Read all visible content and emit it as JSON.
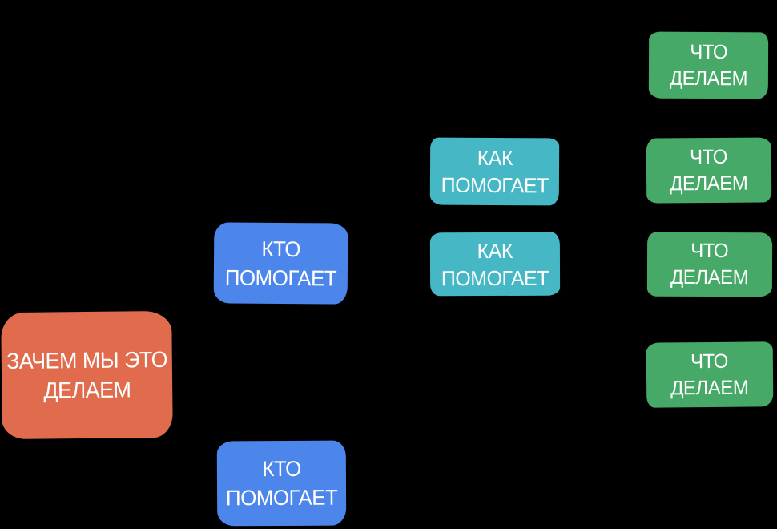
{
  "palette": {
    "background": "#000000",
    "orange": "#E06C4D",
    "blue": "#4C86EA",
    "teal": "#46B8C5",
    "green": "#47A968",
    "text": "#FFFFFF"
  },
  "nodes": [
    {
      "id": "why",
      "color": "#E06C4D",
      "lines": [
        "ЗАЧЕМ МЫ ЭТО",
        "ДЕЛАЕМ"
      ]
    },
    {
      "id": "who-1",
      "color": "#4C86EA",
      "lines": [
        "КТО",
        "ПОМОГАЕТ"
      ]
    },
    {
      "id": "who-2",
      "color": "#4C86EA",
      "lines": [
        "КТО",
        "ПОМОГАЕТ"
      ]
    },
    {
      "id": "how-1",
      "color": "#46B8C5",
      "lines": [
        "КАК",
        "ПОМОГАЕТ"
      ]
    },
    {
      "id": "how-2",
      "color": "#46B8C5",
      "lines": [
        "КАК",
        "ПОМОГАЕТ"
      ]
    },
    {
      "id": "what-1",
      "color": "#47A968",
      "lines": [
        "ЧТО",
        "ДЕЛАЕМ"
      ]
    },
    {
      "id": "what-2",
      "color": "#47A968",
      "lines": [
        "ЧТО",
        "ДЕЛАЕМ"
      ]
    },
    {
      "id": "what-3",
      "color": "#47A968",
      "lines": [
        "ЧТО",
        "ДЕЛАЕМ"
      ]
    },
    {
      "id": "what-4",
      "color": "#47A968",
      "lines": [
        "ЧТО",
        "ДЕЛАЕМ"
      ]
    }
  ]
}
